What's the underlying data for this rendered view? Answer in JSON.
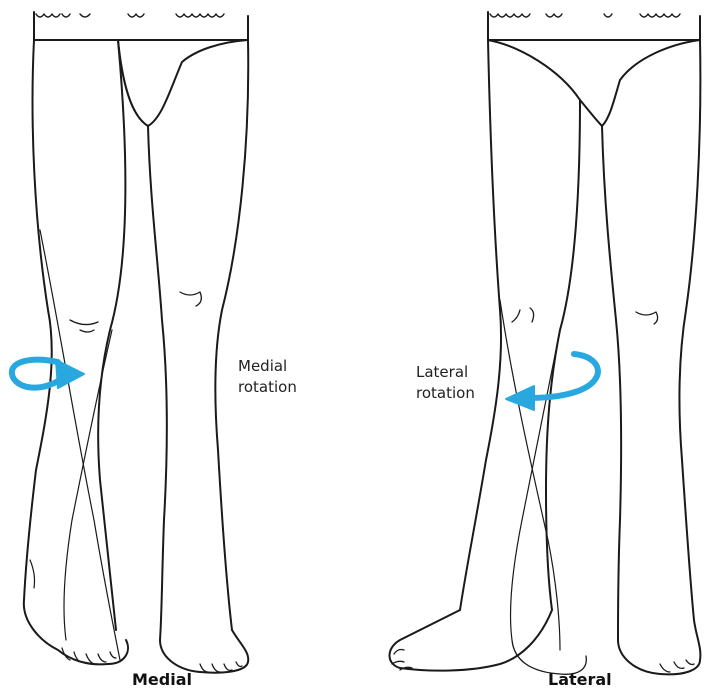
{
  "labels": {
    "medial_line1": "Medial",
    "medial_line2": "rotation",
    "lateral_line1": "Lateral",
    "lateral_line2": "rotation"
  },
  "captions": {
    "left": "Medial",
    "right": "Lateral"
  },
  "colors": {
    "arrow": "#29a8e0",
    "outline": "#1a1a1a"
  }
}
